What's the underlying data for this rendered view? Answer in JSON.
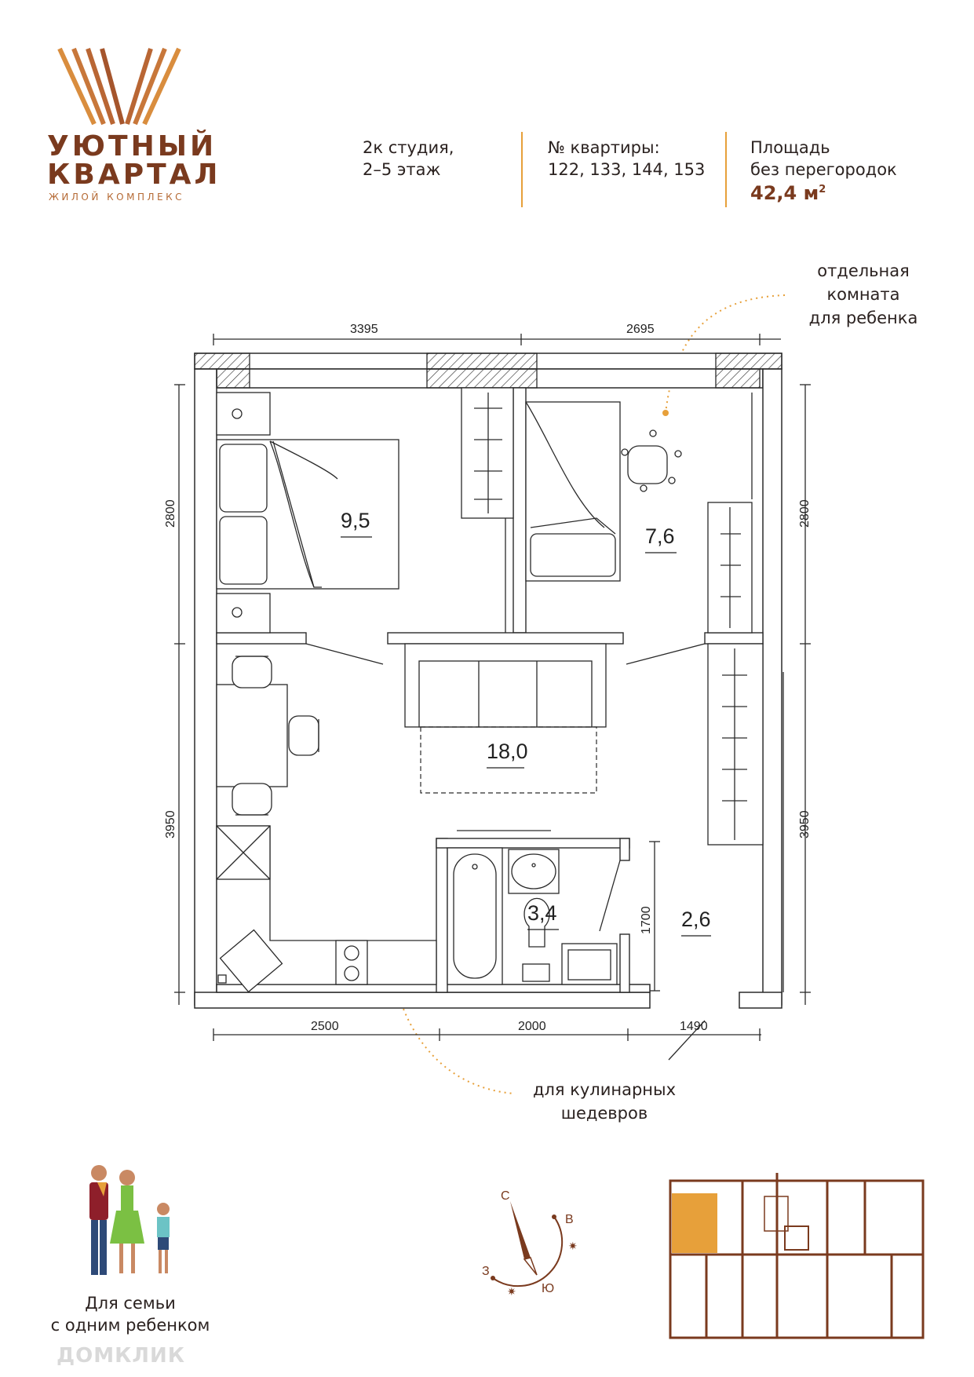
{
  "brand": {
    "line1": "УЮТНЫЙ",
    "line2": "КВАРТАЛ",
    "subtitle": "ЖИЛОЙ КОМПЛЕКС",
    "colors": {
      "dark": "#7a3a1e",
      "accent": "#e7a03a",
      "light": "#b56a35"
    }
  },
  "header": {
    "type_line1": "2к студия,",
    "type_line2": "2–5 этаж",
    "apartments_label": "№ квартиры:",
    "apartments_values": "122, 133, 144, 153",
    "area_line1": "Площадь",
    "area_line2": "без перегородок",
    "area_value": "42,4 м",
    "area_unit_sup": "2"
  },
  "callouts": {
    "child_room": [
      "отдельная",
      "комната",
      "для ребенка"
    ],
    "kitchen": [
      "для кулинарных",
      "шедевров"
    ]
  },
  "plan": {
    "dimensions": {
      "top_left": "3395",
      "top_right": "2695",
      "left_upper": "2800",
      "right_upper": "2800",
      "left_lower": "3950",
      "right_lower": "3950",
      "bottom_left": "2500",
      "bottom_mid": "2000",
      "bottom_right": "1490",
      "bath_height": "1700"
    },
    "rooms": {
      "bedroom": "9,5",
      "child": "7,6",
      "living": "18,0",
      "bathroom": "3,4",
      "hall": "2,6"
    }
  },
  "family": {
    "line1": "Для семьи",
    "line2": "с одним ребенком"
  },
  "compass": {
    "n": "С",
    "e": "В",
    "w": "З",
    "s": "Ю"
  },
  "watermark": "ДОМКЛИК"
}
